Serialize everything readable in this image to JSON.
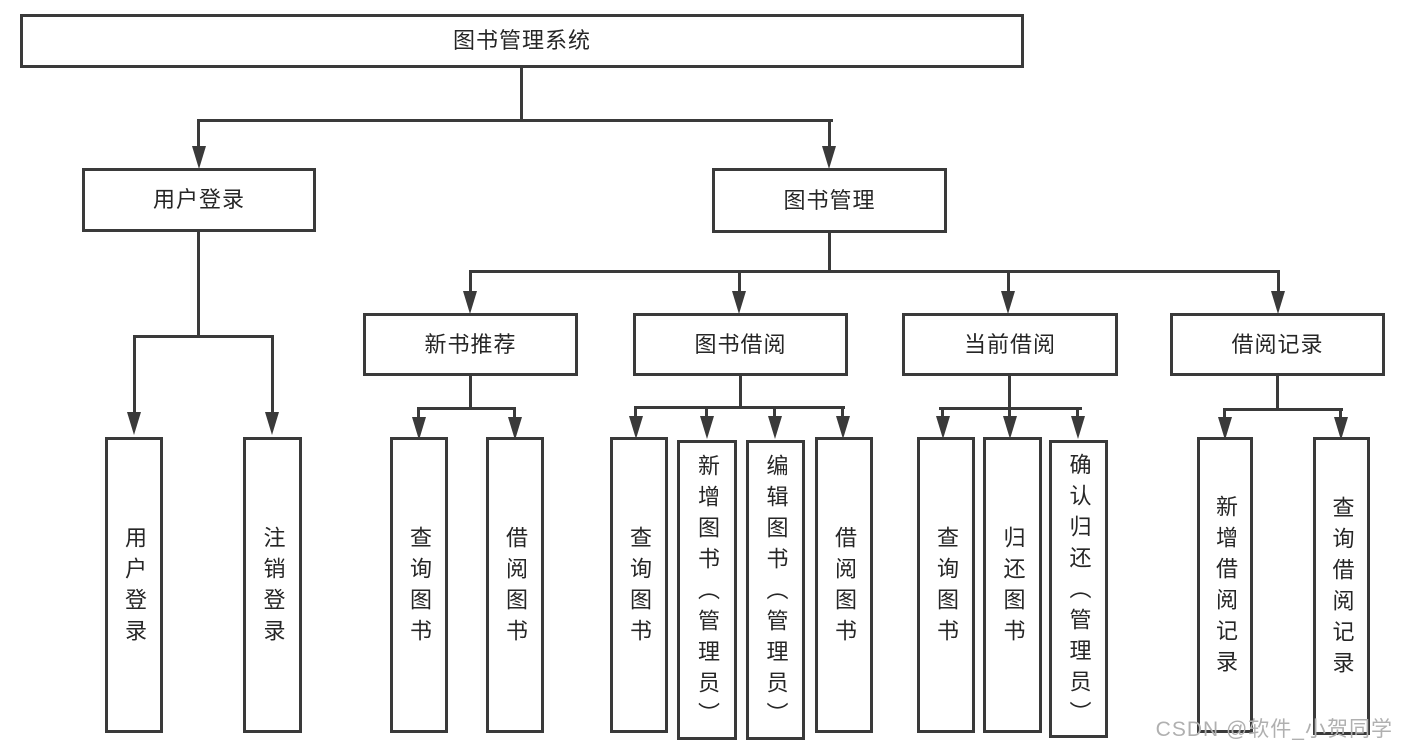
{
  "title": "图书管理系统",
  "watermark": "CSDN @软件_小贺同学",
  "colors": {
    "line": "#3a3a3a",
    "text": "#262626",
    "background": "#ffffff",
    "watermark": "#b0b0b0"
  },
  "nodes": {
    "root": "图书管理系统",
    "user_login": "用户登录",
    "book_mgmt": "图书管理",
    "new_book_rec": "新书推荐",
    "book_borrow": "图书借阅",
    "current_borrow": "当前借阅",
    "borrow_records": "借阅记录",
    "leaf_user_login": "用户登录",
    "leaf_logout": "注销登录",
    "leaf_nb_query": "查询图书",
    "leaf_nb_borrow": "借阅图书",
    "leaf_bb_query": "查询图书",
    "leaf_bb_add": "新增图书（管理员）",
    "leaf_bb_edit": "编辑图书（管理员）",
    "leaf_bb_borrow": "借阅图书",
    "leaf_cb_query": "查询图书",
    "leaf_cb_return": "归还图书",
    "leaf_cb_confirm": "确认归还（管理员）",
    "leaf_br_add": "新增借阅记录",
    "leaf_br_query": "查询借阅记录"
  },
  "hierarchy": {
    "图书管理系统": {
      "用户登录": [
        "用户登录",
        "注销登录"
      ],
      "图书管理": {
        "新书推荐": [
          "查询图书",
          "借阅图书"
        ],
        "图书借阅": [
          "查询图书",
          "新增图书（管理员）",
          "编辑图书（管理员）",
          "借阅图书"
        ],
        "当前借阅": [
          "查询图书",
          "归还图书",
          "确认归还（管理员）"
        ],
        "借阅记录": [
          "新增借阅记录",
          "查询借阅记录"
        ]
      }
    }
  }
}
